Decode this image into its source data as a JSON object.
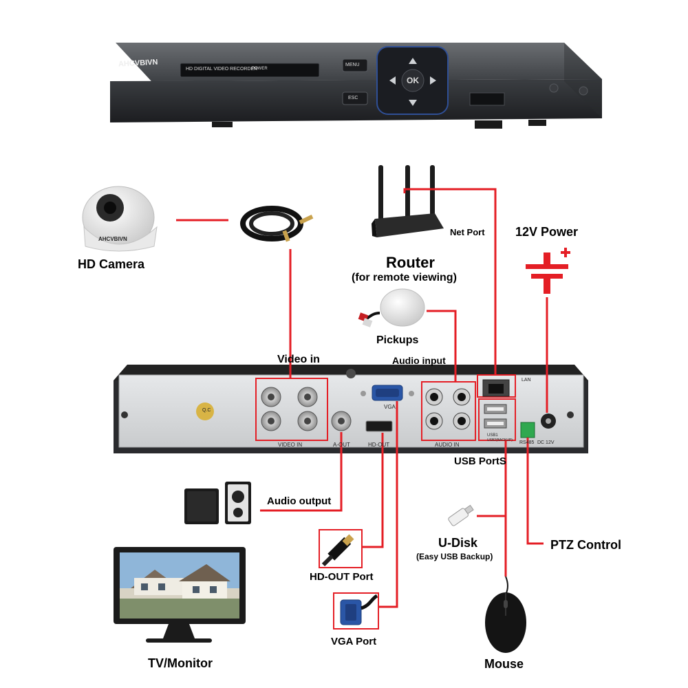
{
  "dvr_front": {
    "brand": "AHCVBIVN",
    "display_text": "HD DIGITAL VIDEO RECORDER",
    "power_label": "POWER",
    "menu_button": "MENU",
    "esc_button": "ESC",
    "ok_button": "OK"
  },
  "devices": {
    "camera_brand": "AHCVBIVN"
  },
  "labels": {
    "hd_camera": "HD Camera",
    "router": "Router",
    "router_sub": "(for remote viewing)",
    "net_port": "Net Port",
    "power_12v": "12V Power",
    "pickups": "Pickups",
    "video_in": "Video in",
    "audio_input": "Audio input",
    "usb_ports": "USB PortS",
    "audio_output": "Audio output",
    "udisk": "U-Disk",
    "udisk_sub": "(Easy USB Backup)",
    "ptz_control": "PTZ Control",
    "hd_out_port": "HD-OUT Port",
    "vga_port": "VGA Port",
    "tv_monitor": "TV/Monitor",
    "mouse": "Mouse"
  },
  "rear_panel": {
    "video_in": "VIDEO IN",
    "a_out": "A-OUT",
    "vga": "VGA",
    "hd_out": "HD-OUT",
    "audio_in": "AUDIO IN",
    "lan": "LAN",
    "usb1": "USB1",
    "usb2": "USB2(BACKUP)",
    "rs485": "RS485",
    "dc12v": "DC 12V",
    "qc": "Q.C"
  },
  "colors": {
    "connector": "#e41e25",
    "dvr_body": "#2b2d30",
    "rear_panel": "#d9dbdd"
  }
}
